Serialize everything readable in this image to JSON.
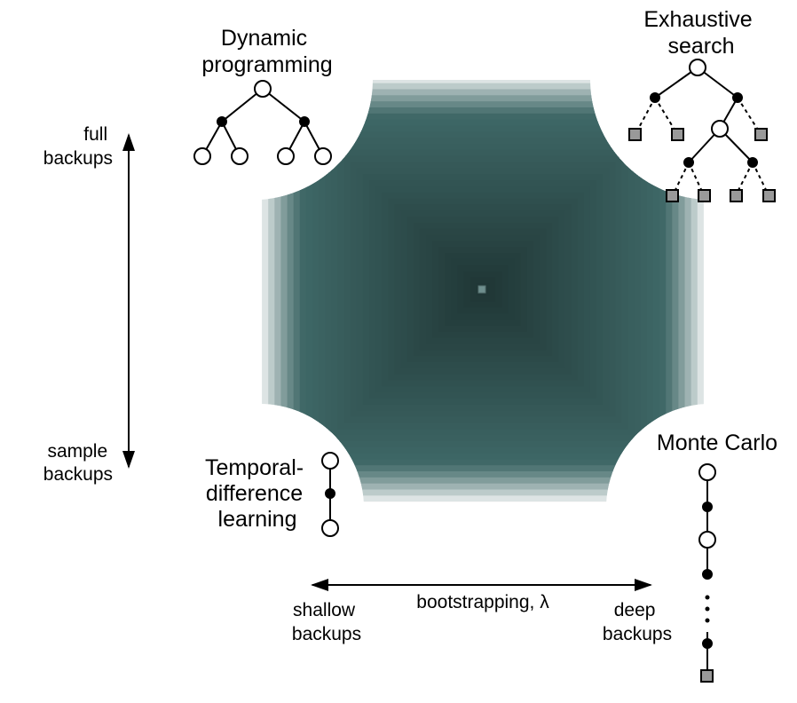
{
  "labels": {
    "dynamic_programming": [
      "Dynamic",
      "programming"
    ],
    "exhaustive_search": [
      "Exhaustive",
      "search"
    ],
    "temporal_difference": [
      "Temporal-",
      "difference",
      "learning"
    ],
    "monte_carlo": [
      "Monte Carlo"
    ],
    "full_backups": [
      "full",
      "backups"
    ],
    "sample_backups": [
      "sample",
      "backups"
    ],
    "shallow_backups": [
      "shallow",
      "backups"
    ],
    "deep_backups": [
      "deep",
      "backups"
    ],
    "bootstrapping": "bootstrapping, λ"
  },
  "colors": {
    "gradient_dark": "#1f3534",
    "gradient_mid": "#3e6766",
    "gradient_light": "#ffffff",
    "leaf_square": "#999999",
    "ink": "#000000"
  }
}
